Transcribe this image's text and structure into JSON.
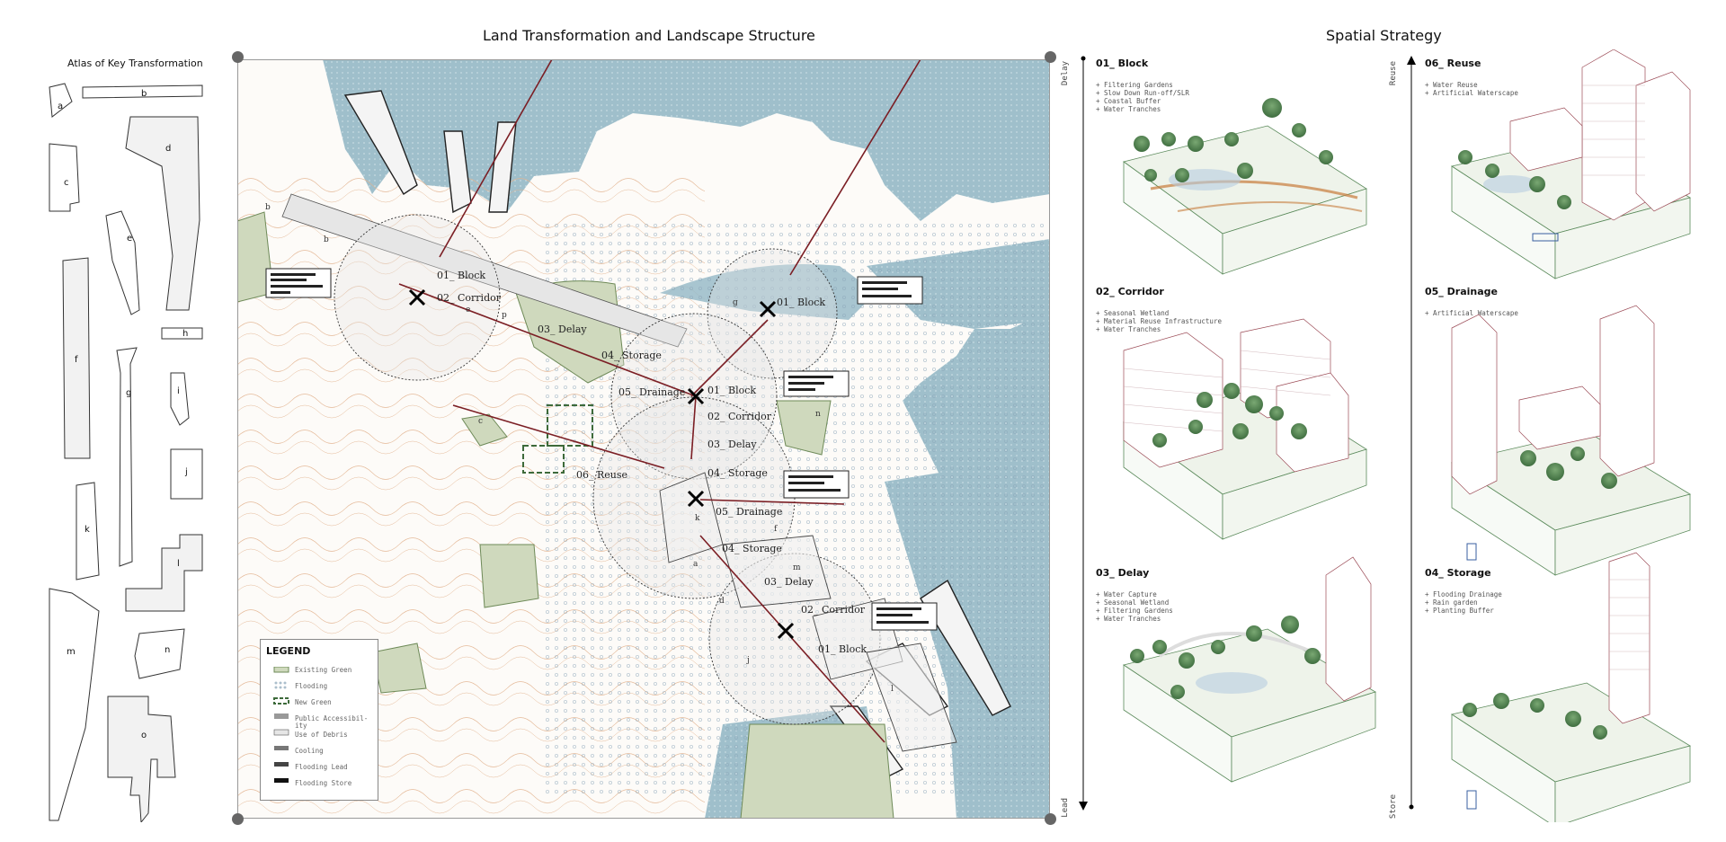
{
  "titles": {
    "main": "Land Transformation and Landscape Structure",
    "atlas": "Atlas of Key Transformation",
    "strategy": "Spatial Strategy"
  },
  "atlas_labels": [
    "a",
    "b",
    "c",
    "d",
    "e",
    "f",
    "g",
    "h",
    "i",
    "j",
    "k",
    "l",
    "m",
    "n",
    "o"
  ],
  "map_labels": {
    "top_left": [
      "01_ Block",
      "02_ Corridor",
      "03_ Delay"
    ],
    "center": [
      "04_ Storage",
      "05_ Drainage",
      "01_ Block",
      "02_ Corridor",
      "03_ Delay",
      "04_ Storage",
      "05_ Drainage",
      "04_ Storage"
    ],
    "top_right": [
      "01_ Block"
    ],
    "reuse": "06_ Reuse",
    "bottom": [
      "03_ Delay",
      "02_ Corridor",
      "01_ Block"
    ],
    "letters": [
      "b",
      "b",
      "e",
      "p",
      "g",
      "n",
      "c",
      "k",
      "f",
      "m",
      "a",
      "d",
      "j",
      "l"
    ]
  },
  "legend": {
    "title": "LEGEND",
    "items": [
      "Existing Green",
      "Flooding",
      "New Green",
      "Public Accessibil-\nity",
      "Use of Debris",
      "Cooling",
      "Flooding Lead",
      "Flooding Store"
    ]
  },
  "axes": {
    "left_top": "Delay",
    "left_bottom": "Lead",
    "right_top": "Reuse",
    "right_bottom": "Store"
  },
  "strategy": [
    {
      "title": "01_ Block",
      "bullets": [
        "+ Filtering Gardens",
        "+ Slow Down Run-off/SLR",
        "+ Coastal Buffer",
        "+ Water Tranches"
      ]
    },
    {
      "title": "02_ Corridor",
      "bullets": [
        "+ Seasonal Wetland",
        "+ Material Reuse Infrastructure",
        "+ Water Tranches"
      ]
    },
    {
      "title": "03_ Delay",
      "bullets": [
        "+ Water Capture",
        "+ Seasonal Wetland",
        "+ Filtering Gardens",
        "+ Water Tranches"
      ]
    },
    {
      "title": "06_ Reuse",
      "bullets": [
        "+ Water Reuse",
        "+ Artificial Waterscape"
      ]
    },
    {
      "title": "05_ Drainage",
      "bullets": [
        "+ Artificial Waterscape"
      ]
    },
    {
      "title": "04_ Storage",
      "bullets": [
        "+ Flooding Drainage",
        "+ Rain garden",
        "+ Planting Buffer"
      ]
    }
  ]
}
